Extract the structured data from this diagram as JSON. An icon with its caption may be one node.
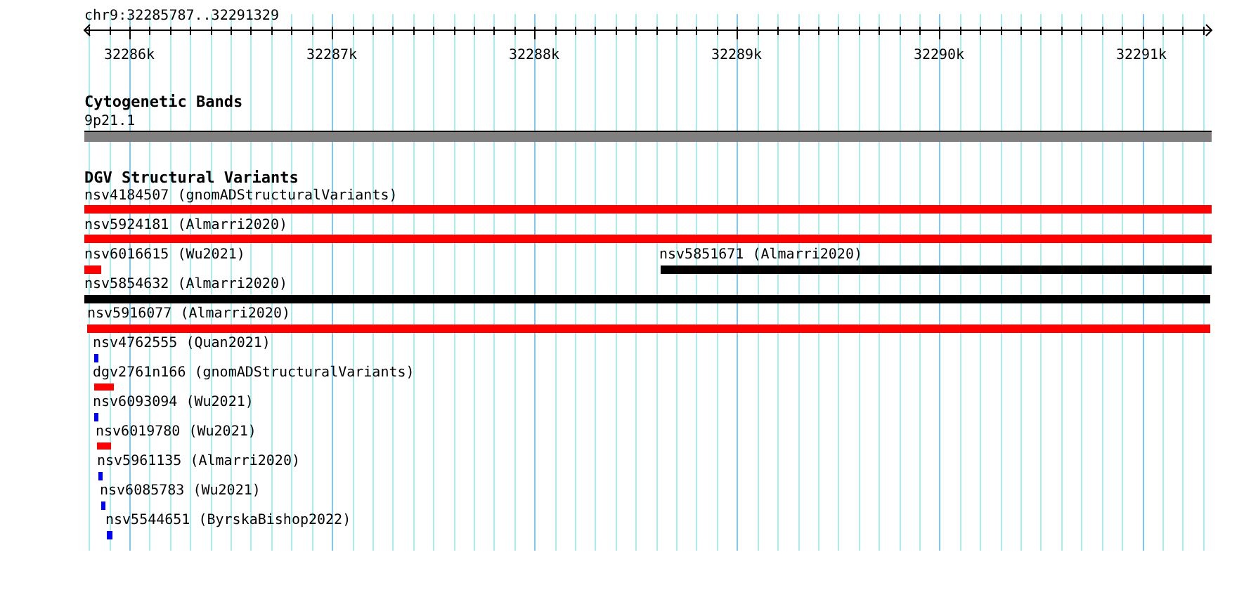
{
  "diagram": {
    "title": "chr9:32285787..32291329",
    "labels": [
      "32286k",
      "32287k",
      "32288k",
      "32289k",
      "32290k",
      "32291k",
      "Cytogenetic Bands",
      "9p21.1",
      "DGV Structural Variants",
      "nsv4184507 (gnomADStructuralVariants)",
      "nsv5924181 (Almarri2020)",
      "nsv6016615 (Wu2021)",
      "nsv5851671 (Almarri2020)",
      "nsv5854632 (Almarri2020)",
      "nsv5916077 (Almarri2020)",
      "nsv4762555 (Quan2021)",
      "dgv2761n166 (gnomADStructuralVariants)",
      "nsv6093094 (Wu2021)",
      "nsv6019780 (Wu2021)",
      "nsv5961135 (Almarri2020)",
      "nsv6085783 (Wu2021)",
      "nsv5544651 (ByrskaBishop2022)"
    ]
  }
}
